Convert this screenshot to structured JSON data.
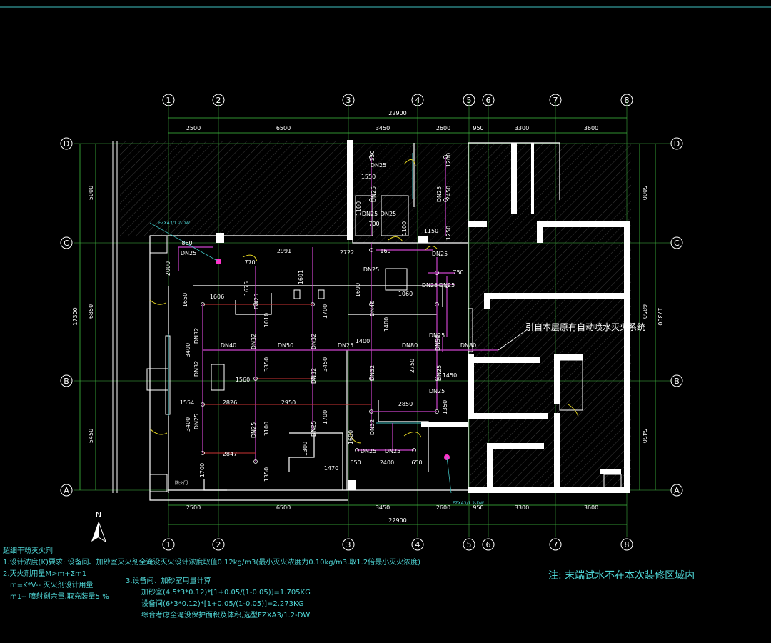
{
  "grid": {
    "columns": [
      "1",
      "2",
      "3",
      "4",
      "5",
      "6",
      "7",
      "8"
    ],
    "rows": [
      "D",
      "C",
      "B",
      "A"
    ],
    "total_width": "22900",
    "segments": [
      "2500",
      "6500",
      "3450",
      "2600",
      "950",
      "3300",
      "3600"
    ],
    "left_dims": [
      "5000",
      "6850",
      "5450"
    ],
    "total_height": "17300"
  },
  "north_label": "N",
  "dims": {
    "d150": "150",
    "d1550": "1550",
    "d1100a": "1100",
    "d700": "700",
    "d1100b": "1100",
    "d1200": "1200",
    "d2450": "2450",
    "d1150": "1150",
    "d1250": "1250",
    "d850": "850",
    "d2991": "2991",
    "d2722": "2722",
    "d770": "770",
    "d1601": "1601",
    "d1606": "1606",
    "d1650": "1650",
    "d1675": "1675",
    "d1690": "1690",
    "d1060": "1060",
    "d750": "750",
    "d1010": "1010",
    "d1700a": "1700",
    "d1400a": "1400",
    "d1400b": "1400",
    "d3400a": "3400",
    "d3350": "3350",
    "d3450": "3450",
    "d2750": "2750",
    "d1450": "1450",
    "d1560": "1560",
    "d1554": "1554",
    "d2826": "2826",
    "d2950": "2950",
    "d2850": "2850",
    "d1350a": "1350",
    "d3400b": "3400",
    "d3100": "3100",
    "d1700b": "1700",
    "d1600": "1600",
    "d1300": "1300",
    "d2847": "2847",
    "d1700c": "1700",
    "d1350b": "1350",
    "d1470": "1470",
    "d650a": "650",
    "d2400": "2400",
    "d650b": "650",
    "d2000": "2000",
    "d169": "169"
  },
  "pipes": {
    "dn25": "DN25",
    "dn32": "DN32",
    "dn40": "DN40",
    "dn50": "DN50",
    "dn80": "DN80"
  },
  "equip_labels": {
    "top": "FZXA3/1.2-DW",
    "bottom": "FZXA3/1.2-DW",
    "door_label": "防火门"
  },
  "annotation": "引自本层原有自动喷水灭火系统",
  "notes": {
    "title": "超细干粉灭火剂",
    "n1": "1.设计浓度(K)要求: 设备间、加砂室灭火剂全淹没灭火设计浓度取值0.12kg/m3(最小灭火浓度为0.10kg/m3,取1.2倍最小灭火浓度)",
    "n2": "2.灭火剂用量M>m+Σm1",
    "n3": "m=K*V-- 灭火剂设计用量",
    "n4": "m1-- 喷射剩余量,取充装量5 %",
    "n5": "3.设备间、加砂室用量计算",
    "n6": "加砂室(4.5*3*0.12)*[1+0.05/(1-0.05)]=1.705KG",
    "n7": "设备间(6*3*0.12)*[1+0.05/(1-0.05)]=2.273KG",
    "n8": "综合考虑全淹没保护面积及体积,选型FZXA3/1.2-DW",
    "right": "注: 末端试水不在本次装修区域内"
  }
}
